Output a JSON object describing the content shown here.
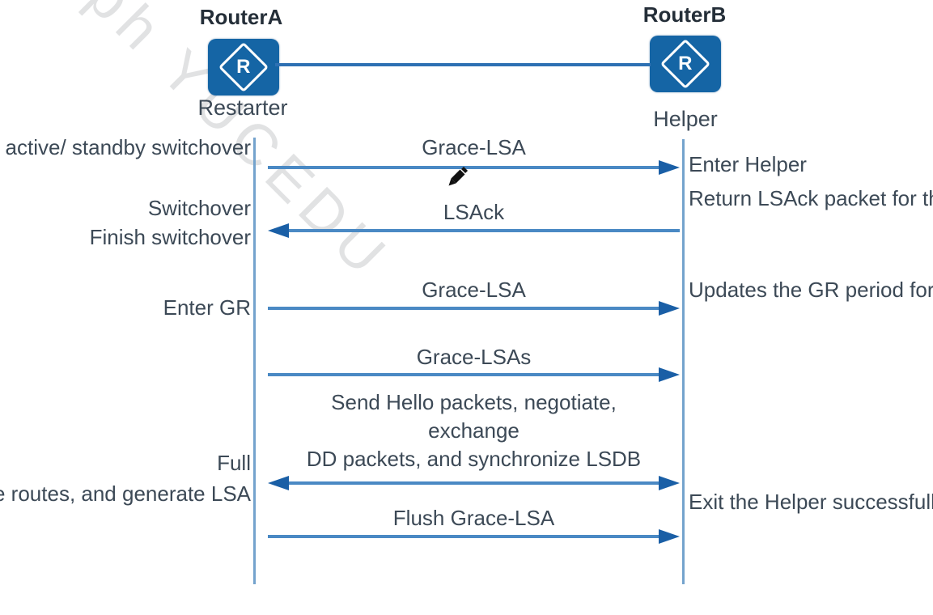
{
  "watermark": "ph YUCEDU",
  "diagram": {
    "router_a": {
      "name": "RouterA",
      "role": "Restarter",
      "icon_letter": "R"
    },
    "router_b": {
      "name": "RouterB",
      "role": "Helper",
      "icon_letter": "R"
    },
    "left_annotations": [
      {
        "text": "Before the active/\nstandby switchover"
      },
      {
        "text": "Switchover"
      },
      {
        "text": "Finish switchover"
      },
      {
        "text": "Enter GR"
      },
      {
        "text": "Full"
      },
      {
        "text": "Exit GR successfully,\ncalculate routes,\nand generate LSA"
      }
    ],
    "right_annotations": [
      {
        "text": "Enter Helper"
      },
      {
        "text": "Return LSAck\npacket for the\nreceived LSA"
      },
      {
        "text": "Updates the GR\nperiod for the\nreceived\nGrace-LSAs"
      },
      {
        "text": "Exit the Helper\nsuccessfully and\ngenerate Router-\nLSA"
      }
    ],
    "messages": [
      {
        "label": "Grace-LSA",
        "direction": "right"
      },
      {
        "label": "LSAck",
        "direction": "left"
      },
      {
        "label": "Grace-LSA",
        "direction": "right"
      },
      {
        "label": "Grace-LSAs",
        "direction": "right"
      },
      {
        "label": "Send Hello packets, negotiate,\nexchange\nDD packets, and synchronize LSDB",
        "direction": "both"
      },
      {
        "label": "Flush Grace-LSA",
        "direction": "right"
      }
    ],
    "colors": {
      "icon_blue": "#1565a5",
      "arrow_shaft": "#4a89c4",
      "arrow_head": "#1a5fa6",
      "lifeline": "#74a3cd",
      "link_line": "#2d70b3",
      "text_dark": "#3c4956",
      "title_dark": "#242e38"
    }
  }
}
